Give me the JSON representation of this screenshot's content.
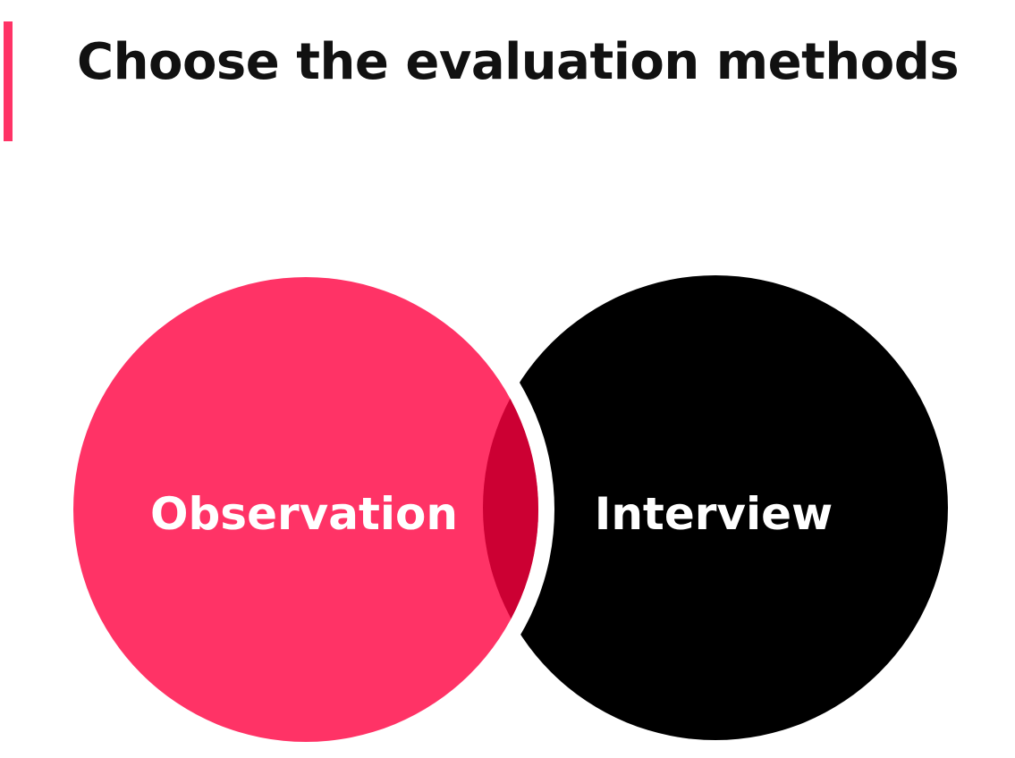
{
  "title": "Choose the evaluation methods",
  "venn": {
    "left_label": "Observation",
    "right_label": "Interview"
  },
  "colors": {
    "accent": "#ff3366",
    "left_circle": "#ff3366",
    "right_circle": "#000000",
    "overlap": "#cc0033",
    "title_text": "#111111",
    "label_text": "#ffffff"
  }
}
